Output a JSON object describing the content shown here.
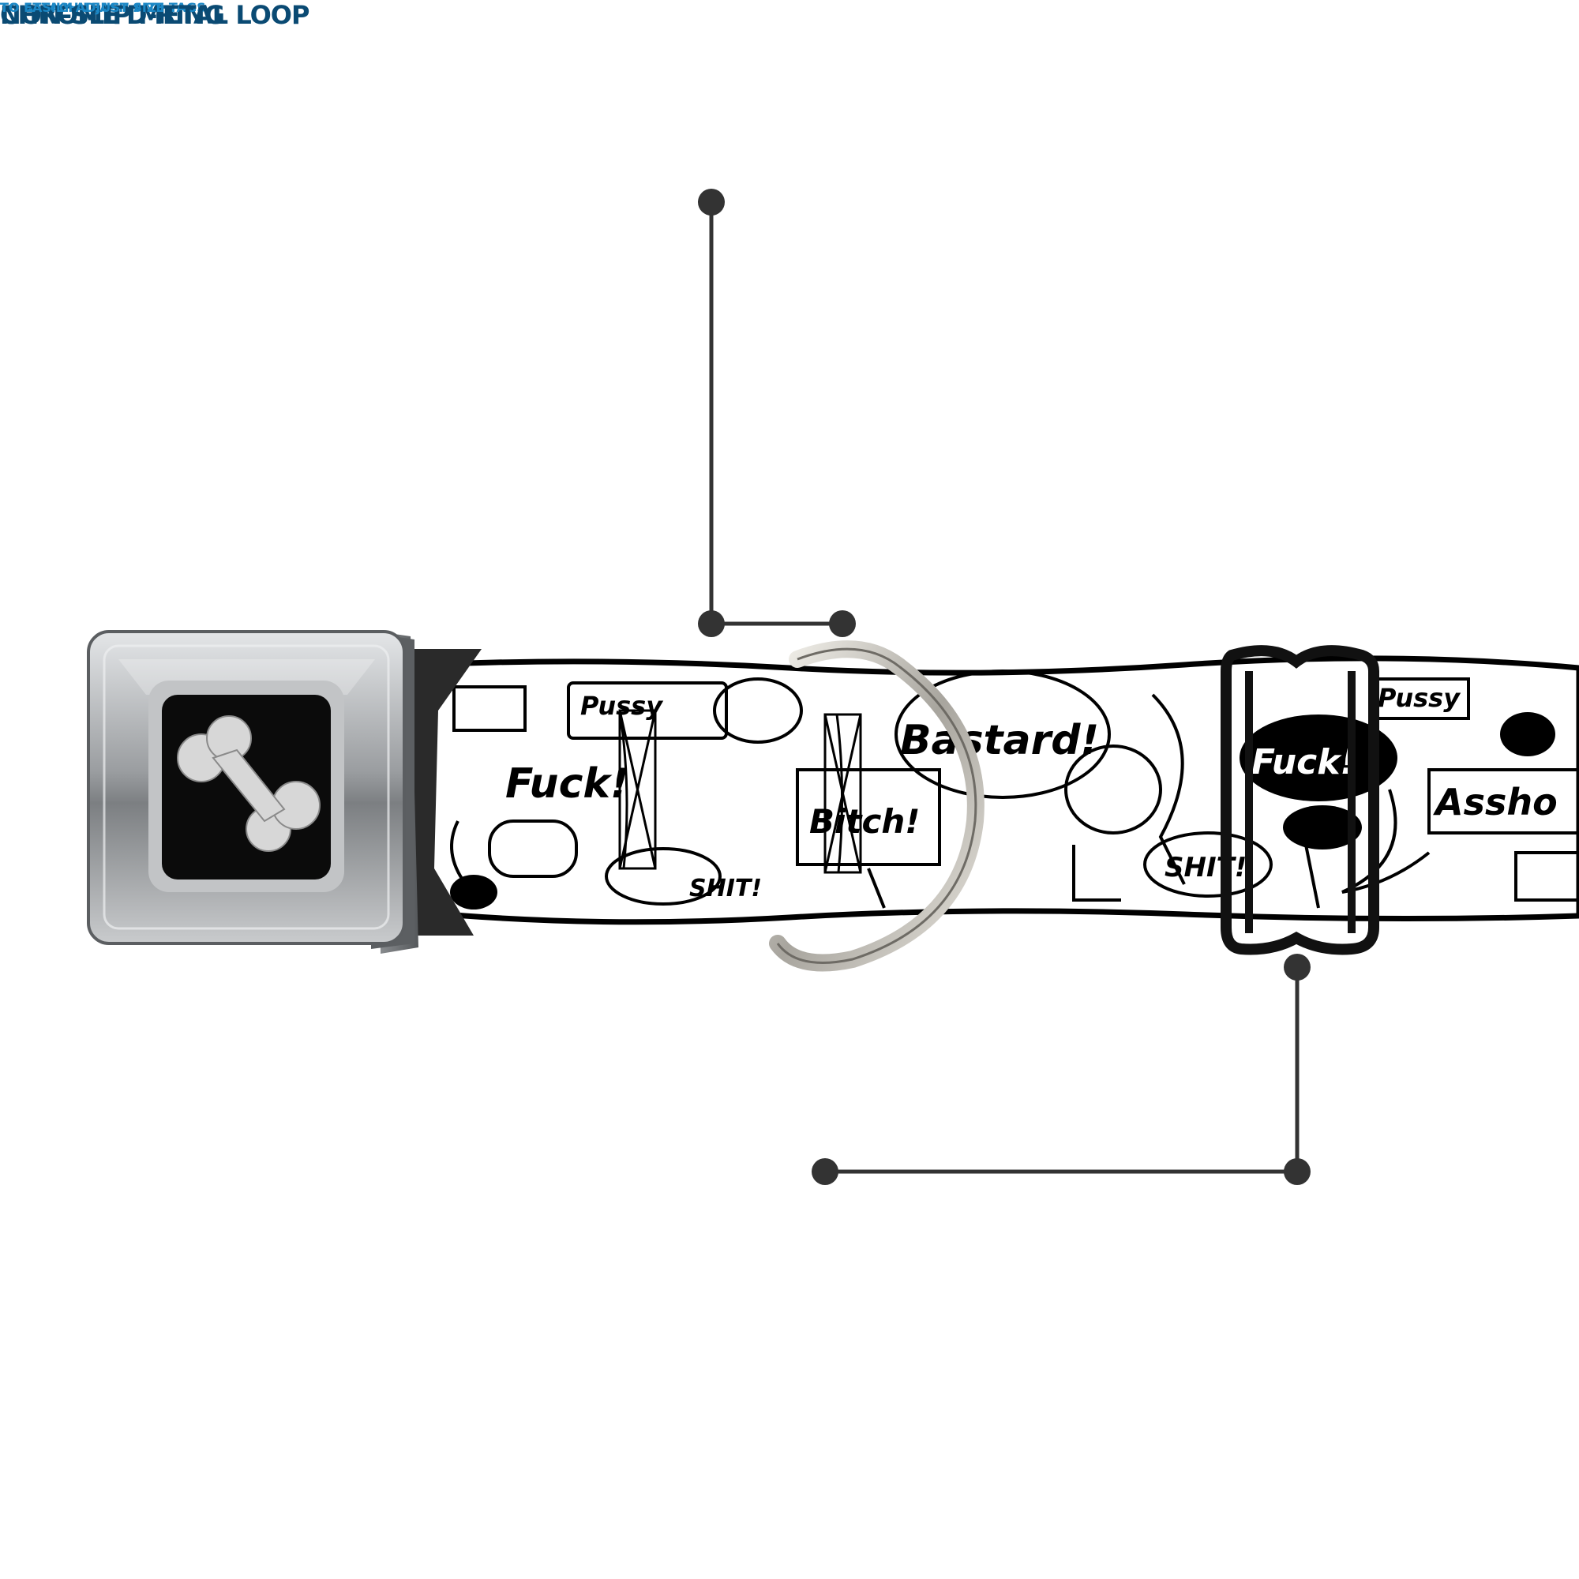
{
  "colors": {
    "title": "#0a4a73",
    "subtitle": "#1b87c5",
    "connector": "#333333",
    "buckle_dark": "#6f7275",
    "buckle_light": "#c8cacc",
    "ring_steel": "#b9b7b2",
    "loop_black": "#111111"
  },
  "callouts": {
    "dring": {
      "title": "CHROME D-RING",
      "subtitle": "TO ATTACH LEASH AND TAGS"
    },
    "loop": {
      "title": "NON-SLIP METAL LOOP",
      "subtitle": "TO EASILY ADJUST SIZE"
    }
  },
  "pattern_words": [
    "Pussy",
    "Fuck!",
    "Bastard!",
    "Bitch!",
    "SHIT!",
    "Fuck!",
    "Pussy",
    "Assho",
    "SHIT!"
  ],
  "icons": {
    "buckle_logo": "bone-icon"
  }
}
